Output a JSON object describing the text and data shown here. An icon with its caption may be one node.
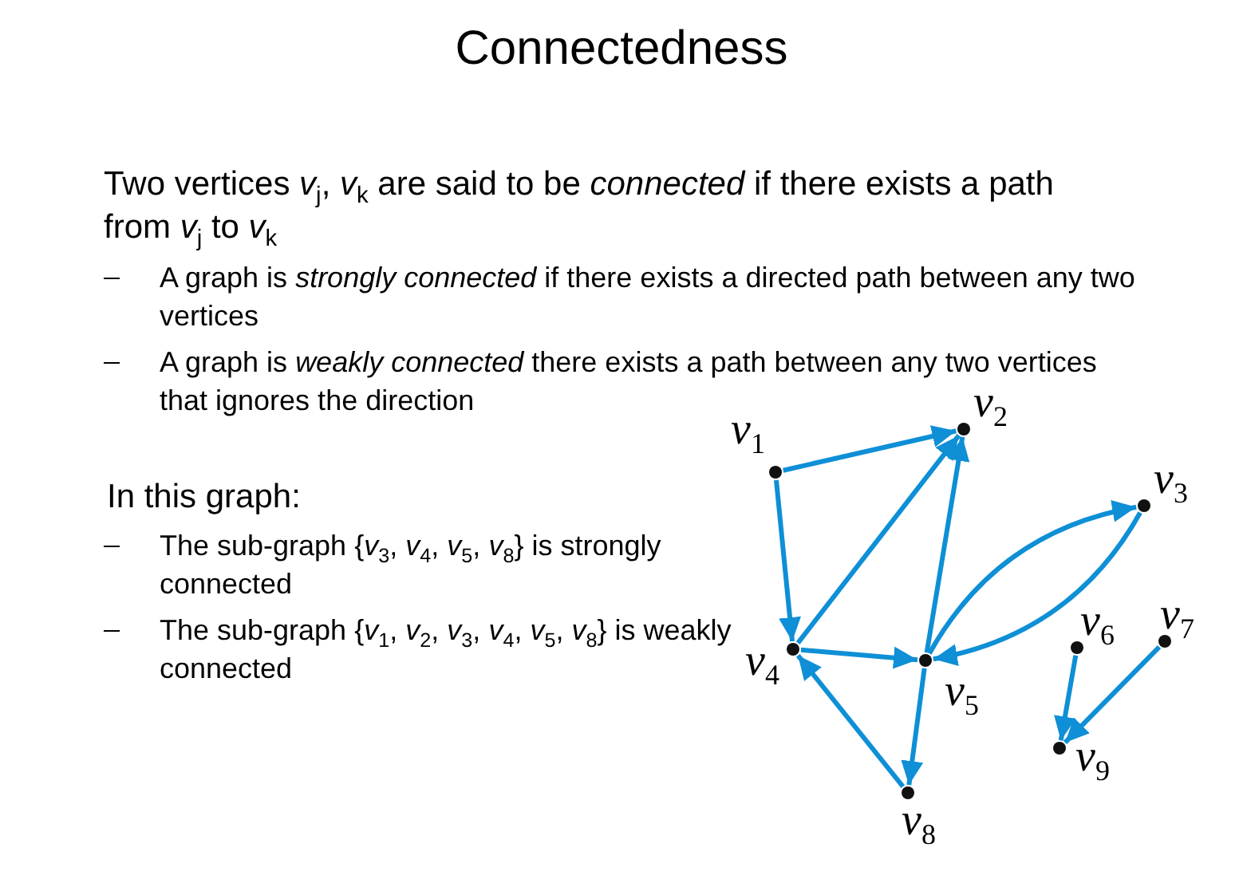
{
  "diagram": {
    "title": "Connectedness",
    "nodes": [
      {
        "text": [],
        "shape": "circle",
        "beside": [
          "*v*$_{1}$"
        ]
      },
      {
        "text": [],
        "shape": "circle",
        "beside": [
          "*v*$_{2}$"
        ]
      },
      {
        "text": [],
        "shape": "circle",
        "beside": [
          "*v*$_{3}$"
        ]
      },
      {
        "text": [],
        "shape": "circle",
        "beside": [
          "*v*$_{4}$"
        ]
      },
      {
        "text": [],
        "shape": "circle",
        "beside": [
          "*v*$_{5}$"
        ]
      },
      {
        "text": [],
        "shape": "circle",
        "beside": [
          "*v*$_{6}$"
        ]
      },
      {
        "text": [],
        "shape": "circle",
        "beside": [
          "*v*$_{7}$"
        ]
      },
      {
        "text": [],
        "shape": "circle",
        "beside": [
          "*v*$_{8}$"
        ]
      },
      {
        "text": [],
        "shape": "circle",
        "beside": [
          "*v*$_{9}$"
        ]
      }
    ],
    "edges": [
      {
        "from": 0,
        "to": 1,
        "arrow": "to"
      },
      {
        "from": 0,
        "to": 3,
        "arrow": "to"
      },
      {
        "from": 3,
        "to": 1,
        "arrow": "to"
      },
      {
        "from": 4,
        "to": 1,
        "arrow": "to"
      },
      {
        "from": 3,
        "to": 4,
        "arrow": "to"
      },
      {
        "from": 4,
        "to": 2,
        "arrow": "to"
      },
      {
        "from": 2,
        "to": 4,
        "arrow": "to"
      },
      {
        "from": 7,
        "to": 3,
        "arrow": "to"
      },
      {
        "from": 4,
        "to": 7,
        "arrow": "to"
      },
      {
        "from": 5,
        "to": 8,
        "arrow": "to"
      },
      {
        "from": 6,
        "to": 8,
        "arrow": "to"
      }
    ],
    "labels": [
      "Two vertices *v*$_{j}$, *v*$_{k}$ are said to be *connected* if there exists a path from *v*$_{j}$ to *v*$_{k}$",
      "A graph is *strongly connected* if there exists a directed path between any two vertices",
      "A graph is *weakly connected* there exists a path between any two vertices that ignores the direction",
      "In this graph:",
      "The sub-graph {*v*$_{3}$, *v*$_{4}$, *v*$_{5}$, *v*$_{8}$} is strongly connected",
      "The sub-graph {*v*$_{1}$, *v*$_{2}$, *v*$_{3}$, *v*$_{4}$, *v*$_{5}$, *v*$_{8}$} is weakly connected"
    ]
  }
}
